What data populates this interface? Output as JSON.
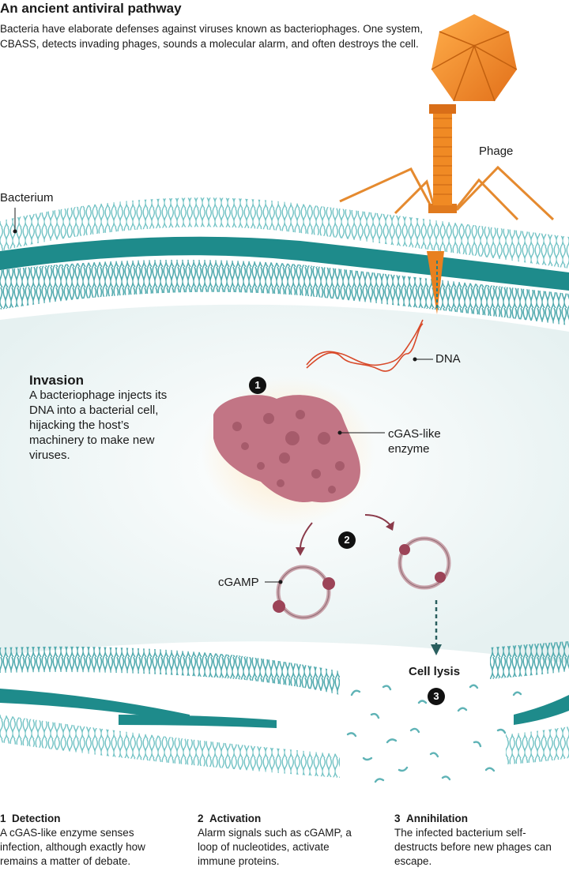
{
  "header": {
    "title": "An ancient antiviral pathway",
    "intro": "Bacteria have elaborate defenses against viruses known as bacteriophages. One system, CBASS, detects invading phages, sounds a molecular alarm, and often destroys the cell."
  },
  "labels": {
    "phage": "Phage",
    "bacterium": "Bacterium",
    "dna": "DNA",
    "enzyme": "cGAS-like\nenzyme",
    "cgamp": "cGAMP",
    "cell_lysis": "Cell lysis"
  },
  "invasion": {
    "title": "Invasion",
    "text": "A bacteriophage injects its DNA into a bacterial cell, hijacking the host’s machinery to make new viruses."
  },
  "markers": {
    "one": "1",
    "two": "2",
    "three": "3"
  },
  "steps": [
    {
      "number": "1",
      "title": "Detection",
      "text": "A cGAS-like enzyme senses infection, although exactly how remains a matter of debate."
    },
    {
      "number": "2",
      "title": "Activation",
      "text": "Alarm signals such as cGAMP, a loop of nucleotides, activate immune proteins."
    },
    {
      "number": "3",
      "title": "Annihilation",
      "text": "The infected bacterium self-destructs before new phages can escape."
    }
  ],
  "colors": {
    "membrane": "#5fb3b6",
    "membrane_dark": "#1e8b8b",
    "phage": "#f08a24",
    "enzyme": "#c27585",
    "cgamp_dot": "#9c4458",
    "dna": "#d84a2a",
    "arrow": "#8a3a4a"
  }
}
